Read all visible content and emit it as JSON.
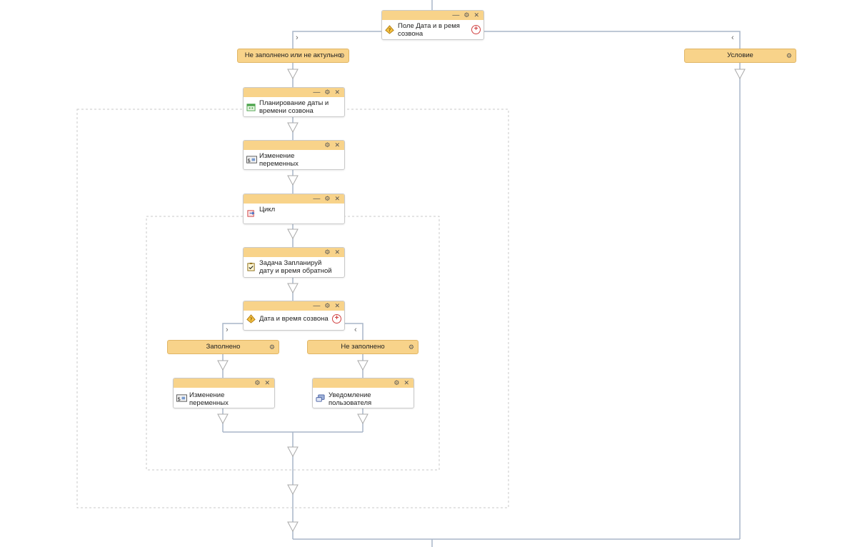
{
  "controls": {
    "minimize": "—",
    "settings": "⚙",
    "close": "✕",
    "add": "+",
    "expand": "›",
    "collapse": "‹"
  },
  "blocks": {
    "root_condition": {
      "label": "Поле Дата и в ремя созвона",
      "icon": "condition-icon"
    },
    "planning": {
      "label": "Планирование даты и времени созвона",
      "icon": "calendar-icon"
    },
    "vars1": {
      "label": "Изменение переменных",
      "icon": "variables-icon"
    },
    "loop": {
      "label": "Цикл",
      "icon": "loop-icon"
    },
    "task": {
      "label": "Задача Запланируй дату и время обратной связи",
      "icon": "task-icon"
    },
    "inner_condition": {
      "label": "Дата и время созвона",
      "icon": "condition-icon"
    },
    "vars2": {
      "label": "Изменение переменных",
      "icon": "variables-icon"
    },
    "notify": {
      "label": "Уведомление пользователя",
      "icon": "notification-icon"
    }
  },
  "branches": {
    "not_filled_or_actual": "Не заполнено или не актульно",
    "condition": "Условие",
    "filled": "Заполнено",
    "not_filled": "Не заполнено"
  },
  "colors": {
    "header": "#f8d38a",
    "wire": "#a9b6c8",
    "frame": "#c8c8c8"
  }
}
